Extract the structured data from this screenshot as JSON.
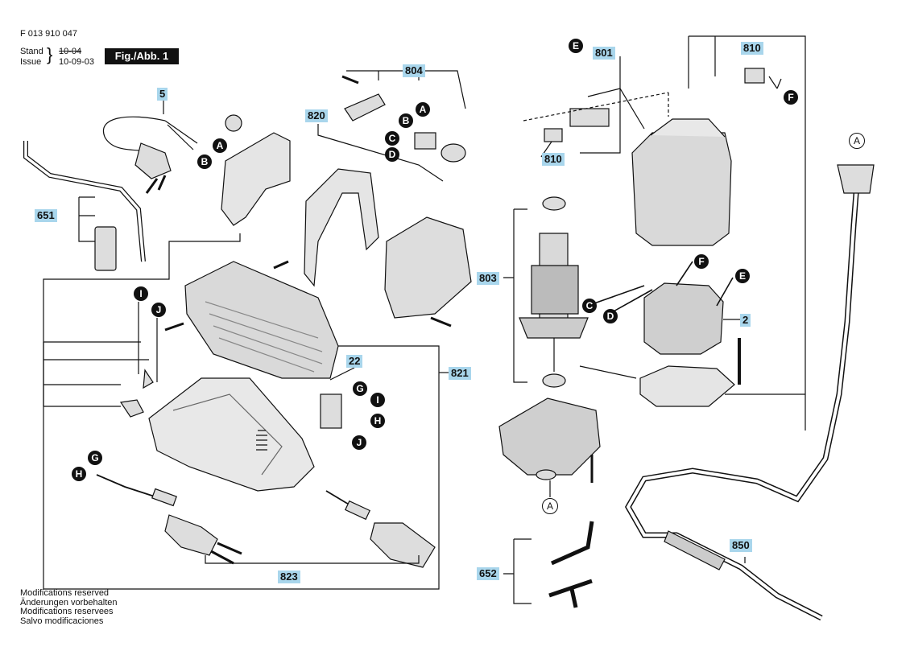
{
  "header": {
    "doc_number": "F 013 910 047",
    "stand_label": "Stand",
    "stand_value_struck": "10-04",
    "issue_label": "Issue",
    "issue_value": "10-09-03",
    "figure_label": "Fig./Abb. 1"
  },
  "notes": [
    "Modifications reserved",
    "Änderungen vorbehalten",
    "Modifications reservees",
    "Salvo modificaciones"
  ],
  "part_labels": {
    "p5": "5",
    "p804": "804",
    "p820": "820",
    "p651": "651",
    "p22": "22",
    "p821": "821",
    "p823": "823",
    "p801": "801",
    "p810a": "810",
    "p810b": "810",
    "p803": "803",
    "p2": "2",
    "p652": "652",
    "p850": "850"
  },
  "callouts": {
    "a1": "A",
    "b1": "B",
    "a2": "A",
    "b2": "B",
    "c2": "C",
    "d2": "D",
    "i1": "I",
    "j1": "J",
    "g1": "G",
    "h1": "H",
    "g2": "G",
    "i2": "I",
    "h2": "H",
    "j2": "J",
    "e1": "E",
    "f1": "F",
    "f2": "F",
    "e2": "E",
    "c3": "C",
    "d3": "D",
    "a_open1": "A",
    "a_open2": "A"
  },
  "colors": {
    "label_fill": "#a9d6ec",
    "ink": "#111111",
    "part_fill": "#d9d9d9"
  }
}
